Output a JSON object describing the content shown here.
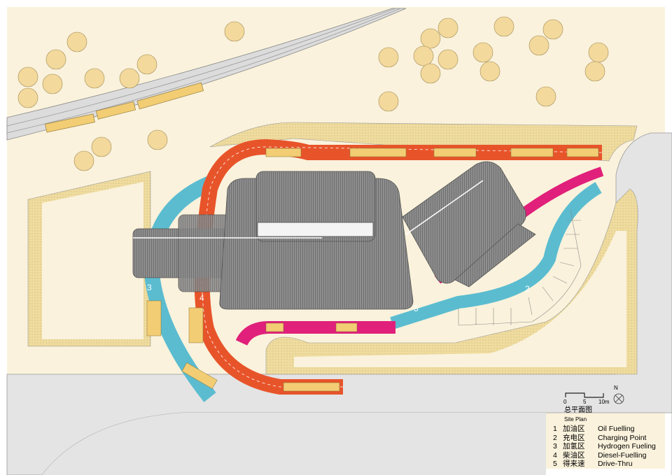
{
  "colors": {
    "ground": "#faf2dc",
    "sand": "#efdc9e",
    "road": "#e4e4e4",
    "roof": "#8c8c8c",
    "oil": "#e8542a",
    "charging": "#5bbcd0",
    "drive_thru": "#e0207a",
    "vehicle": "#f2cd74",
    "tree": "#f3d99c"
  },
  "route_labels": [
    "2",
    "3",
    "4",
    "5"
  ],
  "legend": {
    "scale": [
      "0",
      "5",
      "10m"
    ],
    "north": "N",
    "title_cn": "总平面图",
    "title_en": "Site Plan",
    "items": [
      {
        "num": "1",
        "cn": "加油区",
        "en": "Oil Fuelling"
      },
      {
        "num": "2",
        "cn": "充电区",
        "en": "Charging Point"
      },
      {
        "num": "3",
        "cn": "加氢区",
        "en": "Hydrogen Fueling"
      },
      {
        "num": "4",
        "cn": "柴油区",
        "en": "Diesel-Fuelling"
      },
      {
        "num": "5",
        "cn": "得来速",
        "en": "Drive-Thru"
      }
    ]
  }
}
